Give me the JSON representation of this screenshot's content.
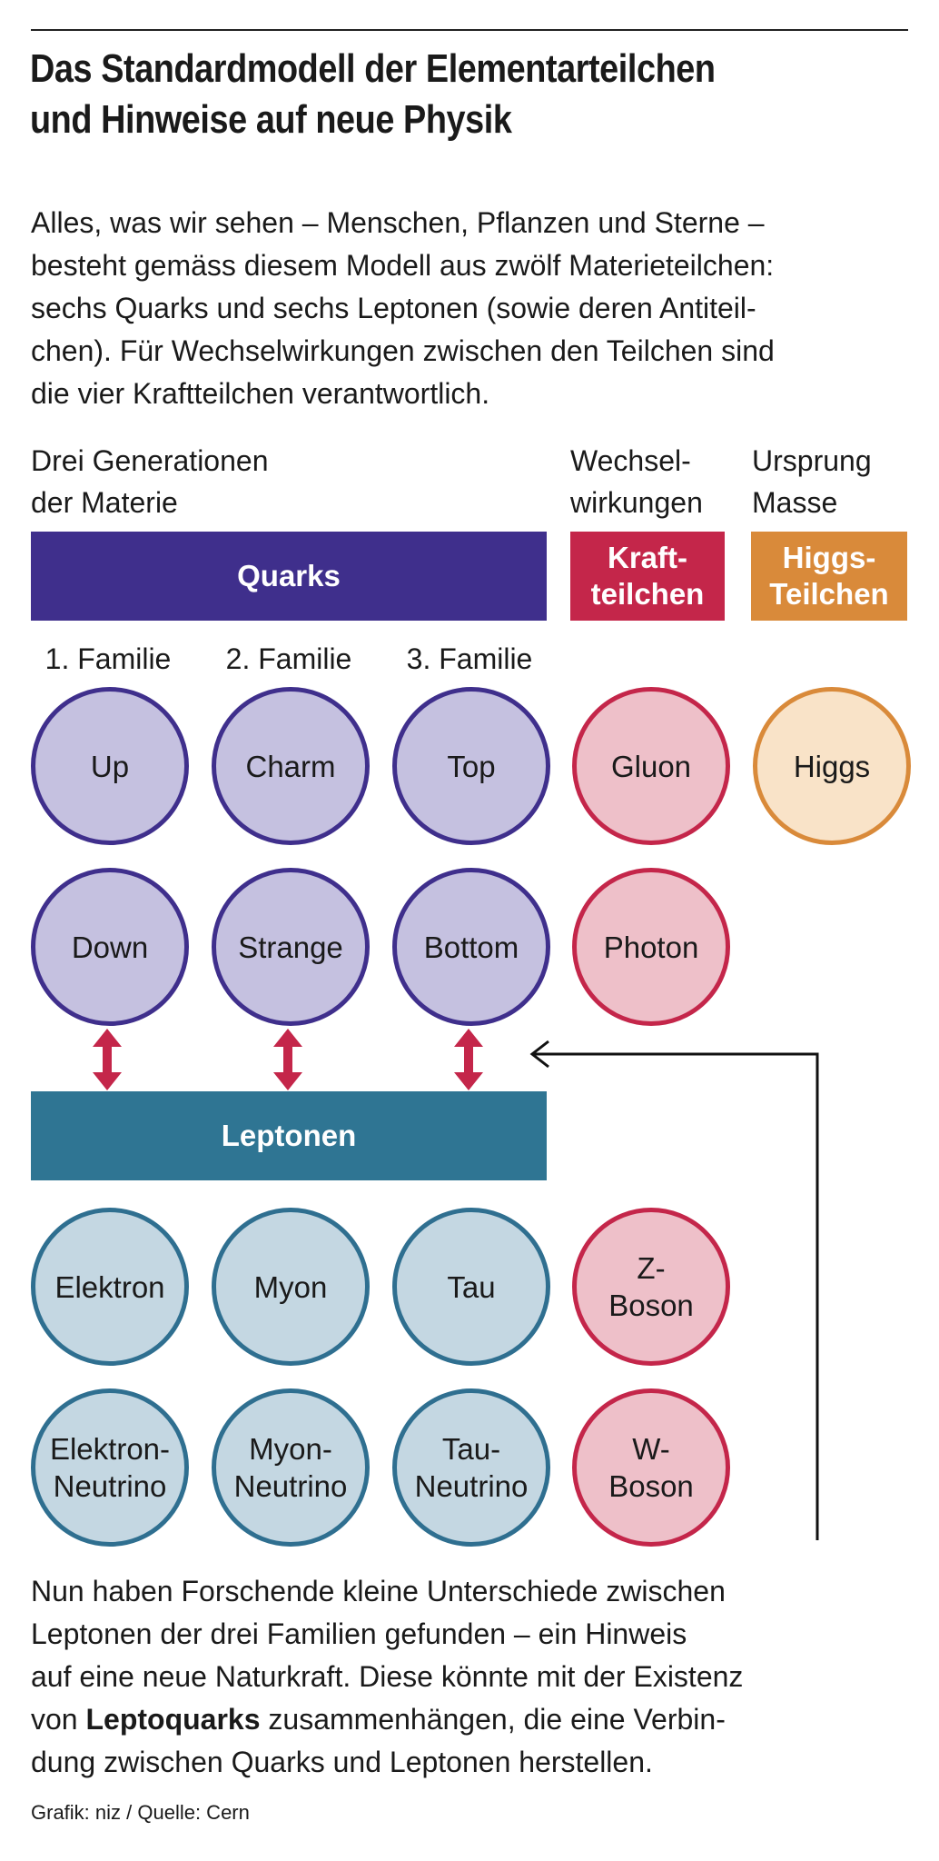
{
  "title": {
    "line1": "Das Standardmodell der Elementarteilchen",
    "line2": "und Hinweise auf neue Physik"
  },
  "intro": {
    "lines": [
      "Alles, was wir sehen – Menschen, Pflanzen und Sterne –",
      "besteht gemäss diesem Modell aus zwölf Materieteilchen:",
      "sechs Quarks und sechs Leptonen (sowie deren Antiteil-",
      "chen). Für Wechselwirkungen zwischen den Teilchen sind",
      "die vier Kraftteilchen verantwortlich."
    ]
  },
  "column_headers": {
    "generations": [
      "Drei Generationen",
      "der Materie"
    ],
    "interactions": [
      "Wechsel-",
      "wirkungen"
    ],
    "mass": [
      "Ursprung",
      "Masse"
    ]
  },
  "bars": {
    "quarks": "Quarks",
    "force": [
      "Kraft-",
      "teilchen"
    ],
    "higgs": [
      "Higgs-",
      "Teilchen"
    ],
    "leptons": "Leptonen"
  },
  "families": [
    "1. Familie",
    "2. Familie",
    "3. Familie"
  ],
  "particles": {
    "quarks_row1": [
      "Up",
      "Charm",
      "Top"
    ],
    "quarks_row2": [
      "Down",
      "Strange",
      "Bottom"
    ],
    "gluon": "Gluon",
    "photon": "Photon",
    "higgs": "Higgs",
    "leptons_row1": [
      "Elektron",
      "Myon",
      "Tau"
    ],
    "leptons_row2": [
      [
        "Elektron-",
        "Neutrino"
      ],
      [
        "Myon-",
        "Neutrino"
      ],
      [
        "Tau-",
        "Neutrino"
      ]
    ],
    "z_boson": [
      "Z-",
      "Boson"
    ],
    "w_boson": [
      "W-",
      "Boson"
    ]
  },
  "outro": {
    "line1": "Nun haben Forschende kleine Unterschiede zwischen",
    "line2": "Leptonen der drei Familien gefunden – ein Hinweis",
    "line3": "auf eine neue Naturkraft. Diese könnte mit der Existenz",
    "line4_pre": "von ",
    "line4_bold": "Leptoquarks",
    "line4_post": " zusammenhängen, die eine Verbin-",
    "line5": "dung zwischen Quarks und Leptonen herstellen."
  },
  "source": "Grafik: niz / Quelle: Cern",
  "colors": {
    "quark_bar": "#3f2f8c",
    "force_bar": "#c4264a",
    "higgs_bar": "#d98a3a",
    "lepton_bar": "#2f7593",
    "arrow": "#c4264a"
  }
}
